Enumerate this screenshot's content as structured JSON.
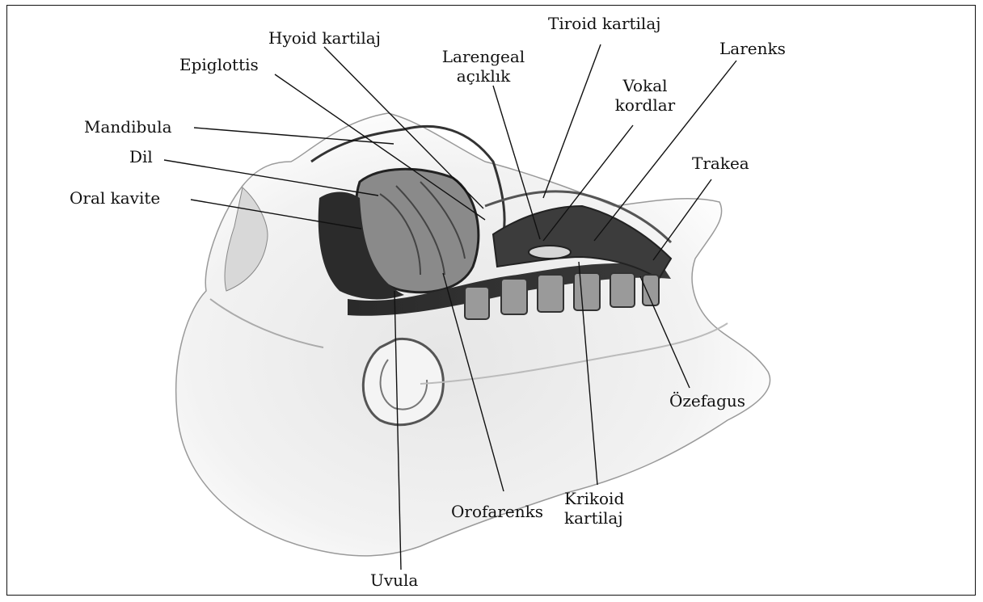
{
  "figure": {
    "labels": {
      "hyoid": "Hyoid kartilaj",
      "epiglottis": "Epiglottis",
      "mandibula": "Mandibula",
      "dil": "Dil",
      "oral_kavite": "Oral kavite",
      "larengeal_1": "Larengeal",
      "larengeal_2": "açıklık",
      "tiroid": "Tiroid kartilaj",
      "vokal_1": "Vokal",
      "vokal_2": "kordlar",
      "larenks": "Larenks",
      "trakea": "Trakea",
      "ozefagus": "Özefagus",
      "orofarenks": "Orofarenks",
      "krikoid_1": "Krikoid",
      "krikoid_2": "kartilaj",
      "uvula": "Uvula"
    }
  }
}
